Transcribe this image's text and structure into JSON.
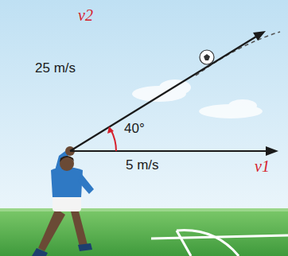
{
  "diagram": {
    "labels": [
      "25 m/s",
      "40°",
      "5 m/s",
      "v2",
      "v1"
    ]
  }
}
